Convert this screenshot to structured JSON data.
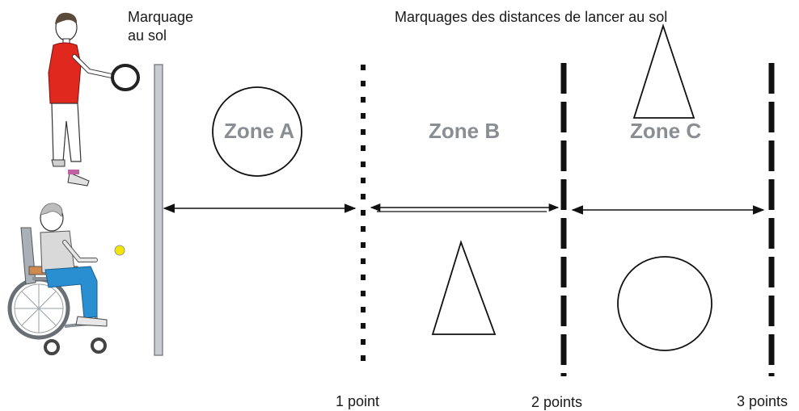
{
  "labels": {
    "ground_marking_line1": "Marquage",
    "ground_marking_line2": "au sol",
    "distance_markings": "Marquages des distances de lancer au sol"
  },
  "zones": {
    "a": "Zone A",
    "b": "Zone B",
    "c": "Zone C"
  },
  "points": {
    "one": "1 point",
    "two": "2 points",
    "three": "3 points"
  },
  "colors": {
    "shirt_red": "#e0281e",
    "pants_blue": "#2a8fd0",
    "ball_yellow": "#f2e600",
    "pole_gray": "#c8ccd0",
    "zone_text": "#8a8e92"
  },
  "icons": [
    "standing-thrower-icon",
    "wheelchair-player-icon",
    "ring-icon",
    "ball-icon"
  ]
}
